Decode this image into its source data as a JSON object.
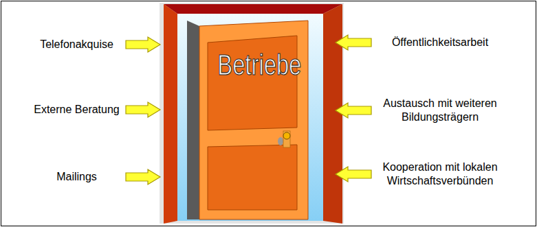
{
  "diagram": {
    "nodes": [
      {
        "text": [
          "Telefonakquise"
        ]
      },
      {
        "text": [
          "Betriebe"
        ]
      },
      {
        "text": [
          "Öffentlichkeitsarbeit"
        ]
      },
      {
        "text": [
          "Externe Beratung"
        ]
      },
      {
        "text": [
          "Austausch mit weiteren Bildungsträgern"
        ]
      },
      {
        "text": [
          "Mailings"
        ]
      },
      {
        "text": [
          "Kooperation mit lokalen Wirtschaftsverbünden"
        ]
      }
    ],
    "edges": [
      {
        "from": 0,
        "to": 1,
        "arrow": "to"
      },
      {
        "from": 2,
        "to": 1,
        "arrow": "to"
      },
      {
        "from": 3,
        "to": 1,
        "arrow": "to"
      },
      {
        "from": 4,
        "to": 1,
        "arrow": "to"
      },
      {
        "from": 5,
        "to": 1,
        "arrow": "to"
      },
      {
        "from": 6,
        "to": 1,
        "arrow": "to"
      }
    ]
  }
}
